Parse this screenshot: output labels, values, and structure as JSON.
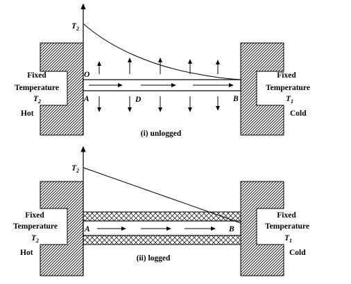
{
  "panel1": {
    "caption": "(i) unlogged",
    "left": {
      "line1": "Fixed",
      "line2": "Temperature",
      "t_letter": "T",
      "t_sub": "2",
      "side": "Hot"
    },
    "right": {
      "line1": "Fixed",
      "line2": "Temperature",
      "t_letter": "T",
      "t_sub": "1",
      "side": "Cold"
    },
    "axis_t_letter": "T",
    "axis_t_sub": "2",
    "point_o": "O",
    "point_a": "A",
    "point_d": "D",
    "point_b": "B"
  },
  "panel2": {
    "caption": "(ii)  logged",
    "left": {
      "line1": "Fixed",
      "line2": "Temperature",
      "t_letter": "T",
      "t_sub": "2",
      "side": "Hot"
    },
    "right": {
      "line1": "Fixed",
      "line2": "Temperature",
      "t_letter": "T",
      "t_sub": "1",
      "side": "Cold"
    },
    "axis_t_letter": "T",
    "axis_t_sub": "2",
    "point_a": "A",
    "point_b": "B"
  }
}
